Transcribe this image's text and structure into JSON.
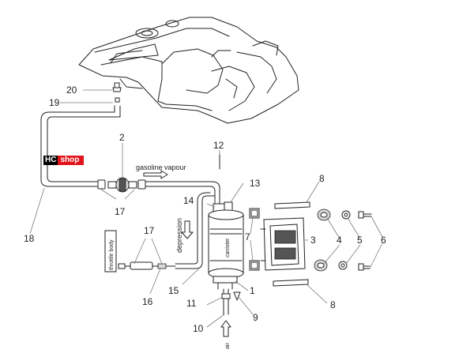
{
  "watermark": {
    "part1": "HC",
    "part2": "shop"
  },
  "labels": {
    "gasoline_vapour": "gasoline vapour",
    "depression": "depression",
    "throttle_body": "throttle body",
    "canister": "canister",
    "air": "air"
  },
  "callouts": {
    "c1": "1",
    "c2": "2",
    "c3": "3",
    "c4": "4",
    "c5": "5",
    "c6": "6",
    "c7": "7",
    "c8_top": "8",
    "c8_bottom": "8",
    "c9": "9",
    "c10": "10",
    "c11": "11",
    "c12": "12",
    "c13": "13",
    "c14": "14",
    "c15": "15",
    "c16": "16",
    "c17_left": "17",
    "c17_mid": "17",
    "c18": "18",
    "c19": "19",
    "c20": "20"
  }
}
